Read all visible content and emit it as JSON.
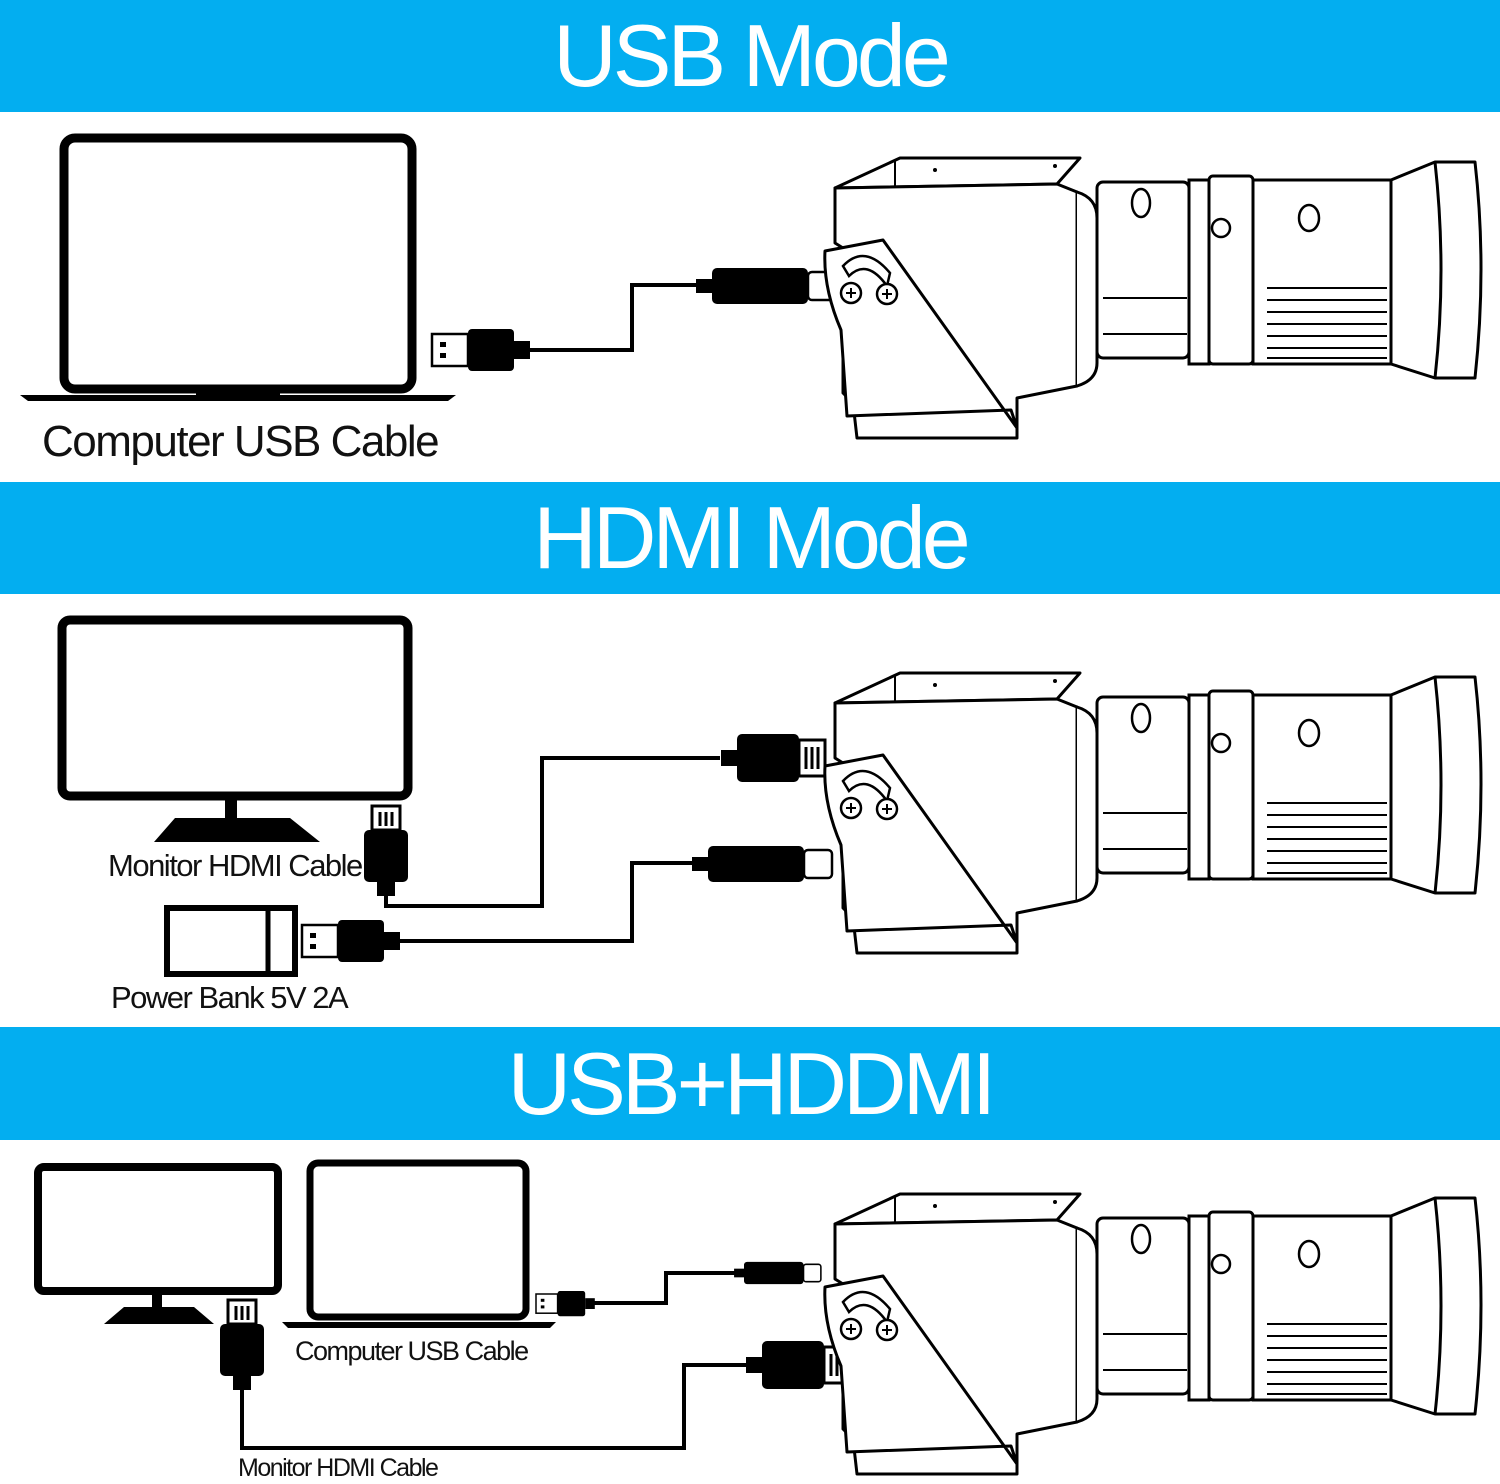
{
  "sections": [
    {
      "title": "USB Mode",
      "labels": [
        "Computer USB Cable"
      ]
    },
    {
      "title": "HDMI Mode",
      "labels": [
        "Monitor HDMI Cable",
        "Power Bank 5V 2A"
      ]
    },
    {
      "title": "USB+HDDMI",
      "labels": [
        "Computer USB Cable",
        "Monitor HDMI Cable"
      ]
    }
  ],
  "colors": {
    "banner": "#03aef0",
    "banner_text": "#ffffff",
    "line_art": "#000000"
  },
  "icons": [
    "laptop-icon",
    "monitor-icon",
    "power-bank-icon",
    "usb-a-plug-icon",
    "usb-c-plug-icon",
    "hdmi-plug-icon",
    "camera-icon"
  ]
}
